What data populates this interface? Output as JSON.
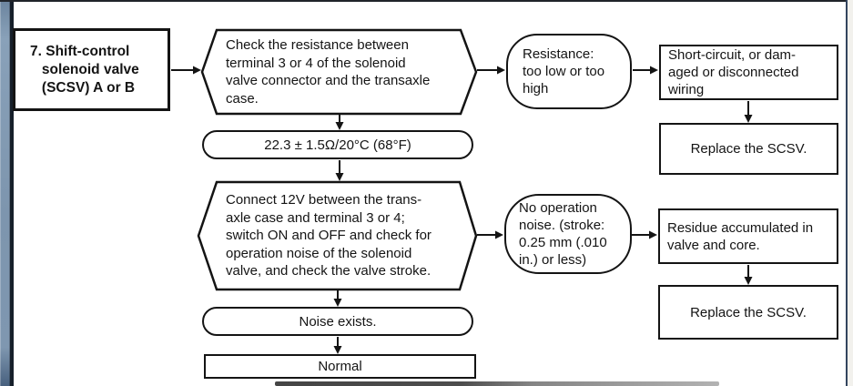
{
  "document": {
    "type": "service-manual troubleshooting flowchart",
    "colors": {
      "background": "#ffffff",
      "diagram_line": "#141414",
      "left_stripe": "#7d95ae",
      "left_edge_dark": "#161f2a",
      "right_border_line": "#33455e",
      "right_margin": "#f2f1ed"
    }
  },
  "flowchart": {
    "start": {
      "text": "7. Shift-control\n   solenoid valve\n   (SCSV) A or B"
    },
    "step1": {
      "text": "Check the resistance between\nterminal 3 or 4 of the solenoid\nvalve connector and the transaxle\ncase."
    },
    "spec1": {
      "text": "22.3 ± 1.5Ω/20°C (68°F)"
    },
    "step2": {
      "text": "Connect 12V between the trans-\naxle case and terminal 3 or 4;\nswitch ON and OFF and check for\noperation noise of the solenoid\nvalve, and check the valve stroke."
    },
    "result_noise": {
      "text": "Noise exists."
    },
    "result_normal": {
      "text": "Normal"
    },
    "symptom1": {
      "text": "Resistance:\ntoo low or too\nhigh"
    },
    "cause1": {
      "text": "Short-circuit, or dam-\naged or disconnected\nwiring"
    },
    "action1": {
      "text": "Replace the SCSV."
    },
    "symptom2": {
      "text": "No operation\nnoise. (stroke:\n0.25 mm (.010\nin.) or less)"
    },
    "cause2": {
      "text": "Residue accumulated in\nvalve and core."
    },
    "action2": {
      "text": "Replace the SCSV."
    }
  }
}
